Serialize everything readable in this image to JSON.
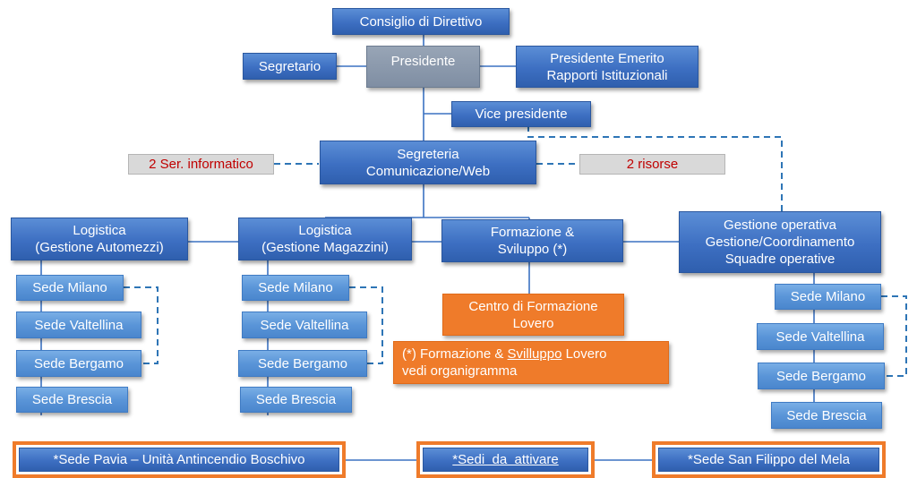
{
  "top": {
    "consiglio": "Consiglio di Direttivo",
    "presidente": "Presidente",
    "segretario": "Segretario",
    "emerito_line1": "Presidente Emerito",
    "emerito_line2": "Rapporti Istituzionali",
    "vice": "Vice presidente"
  },
  "segreteria": {
    "line1": "Segreteria",
    "line2": "Comunicazione/Web",
    "left_resource": "2 Ser. informatico",
    "right_resource": "2 risorse"
  },
  "departments": {
    "automezzi_line1": "Logistica",
    "automezzi_line2": "(Gestione Automezzi)",
    "magazzini_line1": "Logistica",
    "magazzini_line2": "(Gestione Magazzini)",
    "formazione_line1": "Formazione &",
    "formazione_line2": "Sviluppo (*)",
    "operativa_line1": "Gestione operativa",
    "operativa_line2": "Gestione/Coordinamento",
    "operativa_line3": "Squadre operative"
  },
  "sedi_automezzi": [
    "Sede Milano",
    "Sede Valtellina",
    "Sede Bergamo",
    "Sede Brescia"
  ],
  "sedi_magazzini": [
    "Sede Milano",
    "Sede Valtellina",
    "Sede Bergamo",
    "Sede Brescia"
  ],
  "sedi_operativa": [
    "Sede Milano",
    "Sede Valtellina",
    "Sede Bergamo",
    "Sede Brescia"
  ],
  "formazione": {
    "centro_line1": "Centro di Formazione",
    "centro_line2": "Lovero",
    "note_part1": "(*) Formazione & ",
    "note_link": "Svilluppo",
    "note_part2": " Lovero",
    "note_line2": "vedi organigramma"
  },
  "bottom": {
    "pavia": "*Sede Pavia – Unità Antincendio Boschivo",
    "attivare": "*Sedi  da  attivare",
    "filippo": "*Sede San Filippo del Mela"
  },
  "colors": {
    "box_blue": "#3d6fc2",
    "box_light_blue": "#5a95d8",
    "president_gray": "#7f8ea3",
    "orange": "#ef7b2a",
    "resource_text_red": "#c00000",
    "dashed_line": "#2e75b6"
  }
}
